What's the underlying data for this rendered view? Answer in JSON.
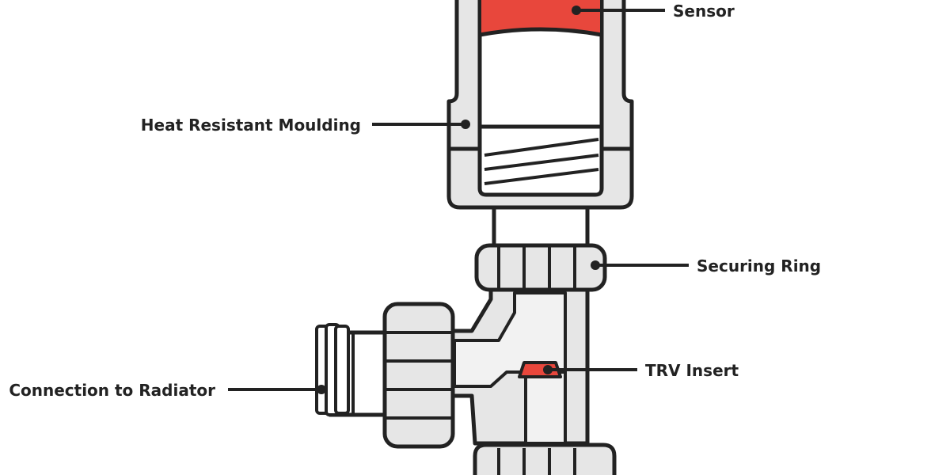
{
  "labels": {
    "sensor": "Sensor",
    "heat_resistant_moulding": "Heat Resistant Moulding",
    "securing_ring": "Securing Ring",
    "trv_insert": "TRV Insert",
    "connection_to_radiator": "Connection to Radiator"
  },
  "colors": {
    "outline": "#222222",
    "body_fill": "#e6e6e6",
    "inner_fill": "#ffffff",
    "accent": "#e8473c"
  }
}
